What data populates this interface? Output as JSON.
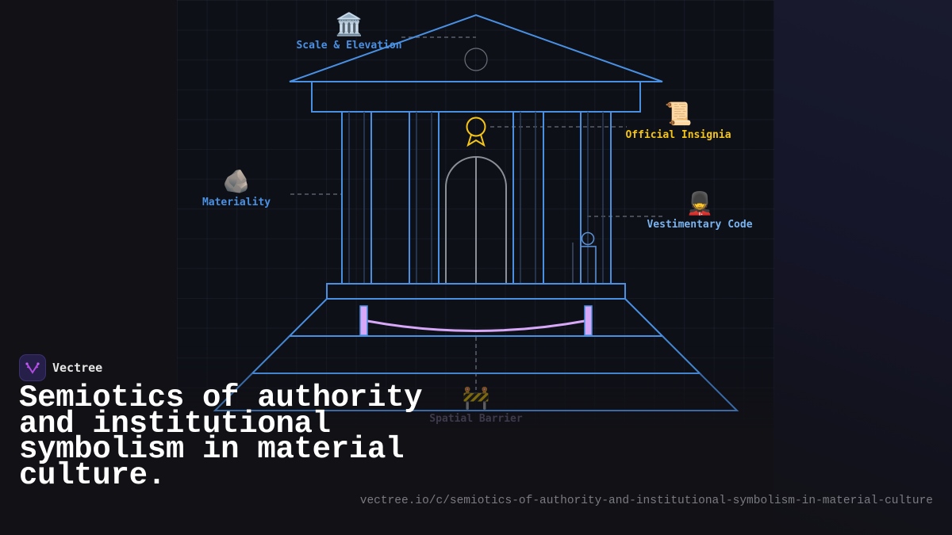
{
  "brand": {
    "name": "Vectree",
    "logo_icon": "branching-tree-icon"
  },
  "title": "Semiotics of authority and institutional symbolism in material culture.",
  "url": "vectree.io/c/semiotics-of-authority-and-institutional-symbolism-in-material-culture",
  "colors": {
    "background": "#111116",
    "canvas": "#0e1018",
    "structure_stroke": "#4a90e2",
    "accent_gold": "#f5c518",
    "barrier_rope": "#d8a8f8",
    "door_stroke": "#8a8f98",
    "label_blue": "#4a90e2",
    "label_gold": "#f5c518",
    "label_light_blue": "#7ab4f0",
    "label_muted": "#3e3a4c"
  },
  "diagram": {
    "subject": "institutional building facade (neoclassical temple)",
    "annotations": [
      {
        "id": "scale",
        "label": "Scale & Elevation",
        "icon": "classical-building-icon",
        "emoji": "🏛️",
        "color": "#4a90e2"
      },
      {
        "id": "insignia",
        "label": "Official Insignia",
        "icon": "scroll-icon",
        "emoji": "📜",
        "color": "#f5c518"
      },
      {
        "id": "materiality",
        "label": "Materiality",
        "icon": "rock-icon",
        "emoji": "🪨",
        "color": "#4a90e2"
      },
      {
        "id": "vestimentary",
        "label": "Vestimentary Code",
        "icon": "guard-icon",
        "emoji": "💂",
        "color": "#7ab4f0"
      },
      {
        "id": "barrier",
        "label": "Spatial Barrier",
        "icon": "construction-barrier-icon",
        "emoji": "🚧",
        "color": "#3e3a4c"
      }
    ]
  }
}
